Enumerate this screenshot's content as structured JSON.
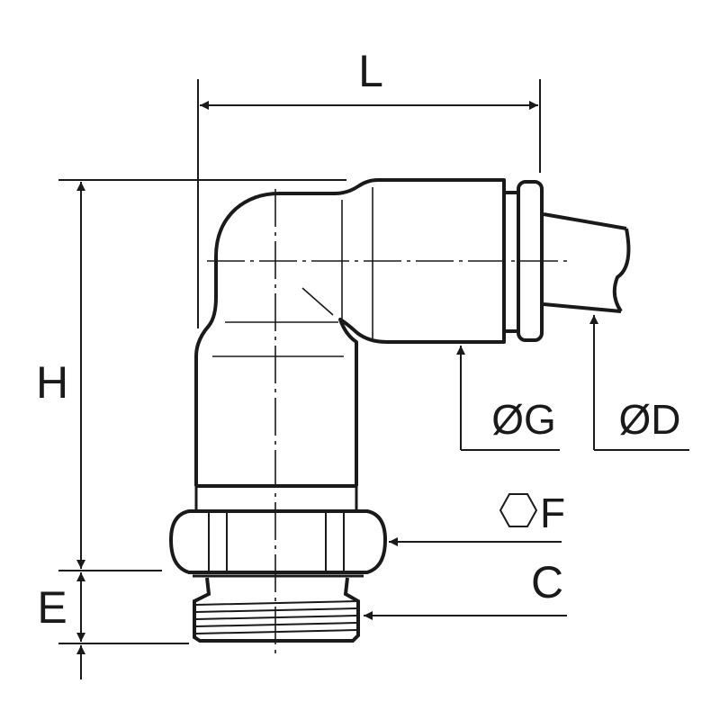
{
  "labels": {
    "L": "L",
    "H": "H",
    "E": "E",
    "G": "ØG",
    "D": "ØD",
    "F": "F",
    "C": "C"
  },
  "colors": {
    "stroke": "#1a1a1a",
    "background": "#ffffff"
  },
  "icons": {
    "hex": "hexagon-icon"
  }
}
